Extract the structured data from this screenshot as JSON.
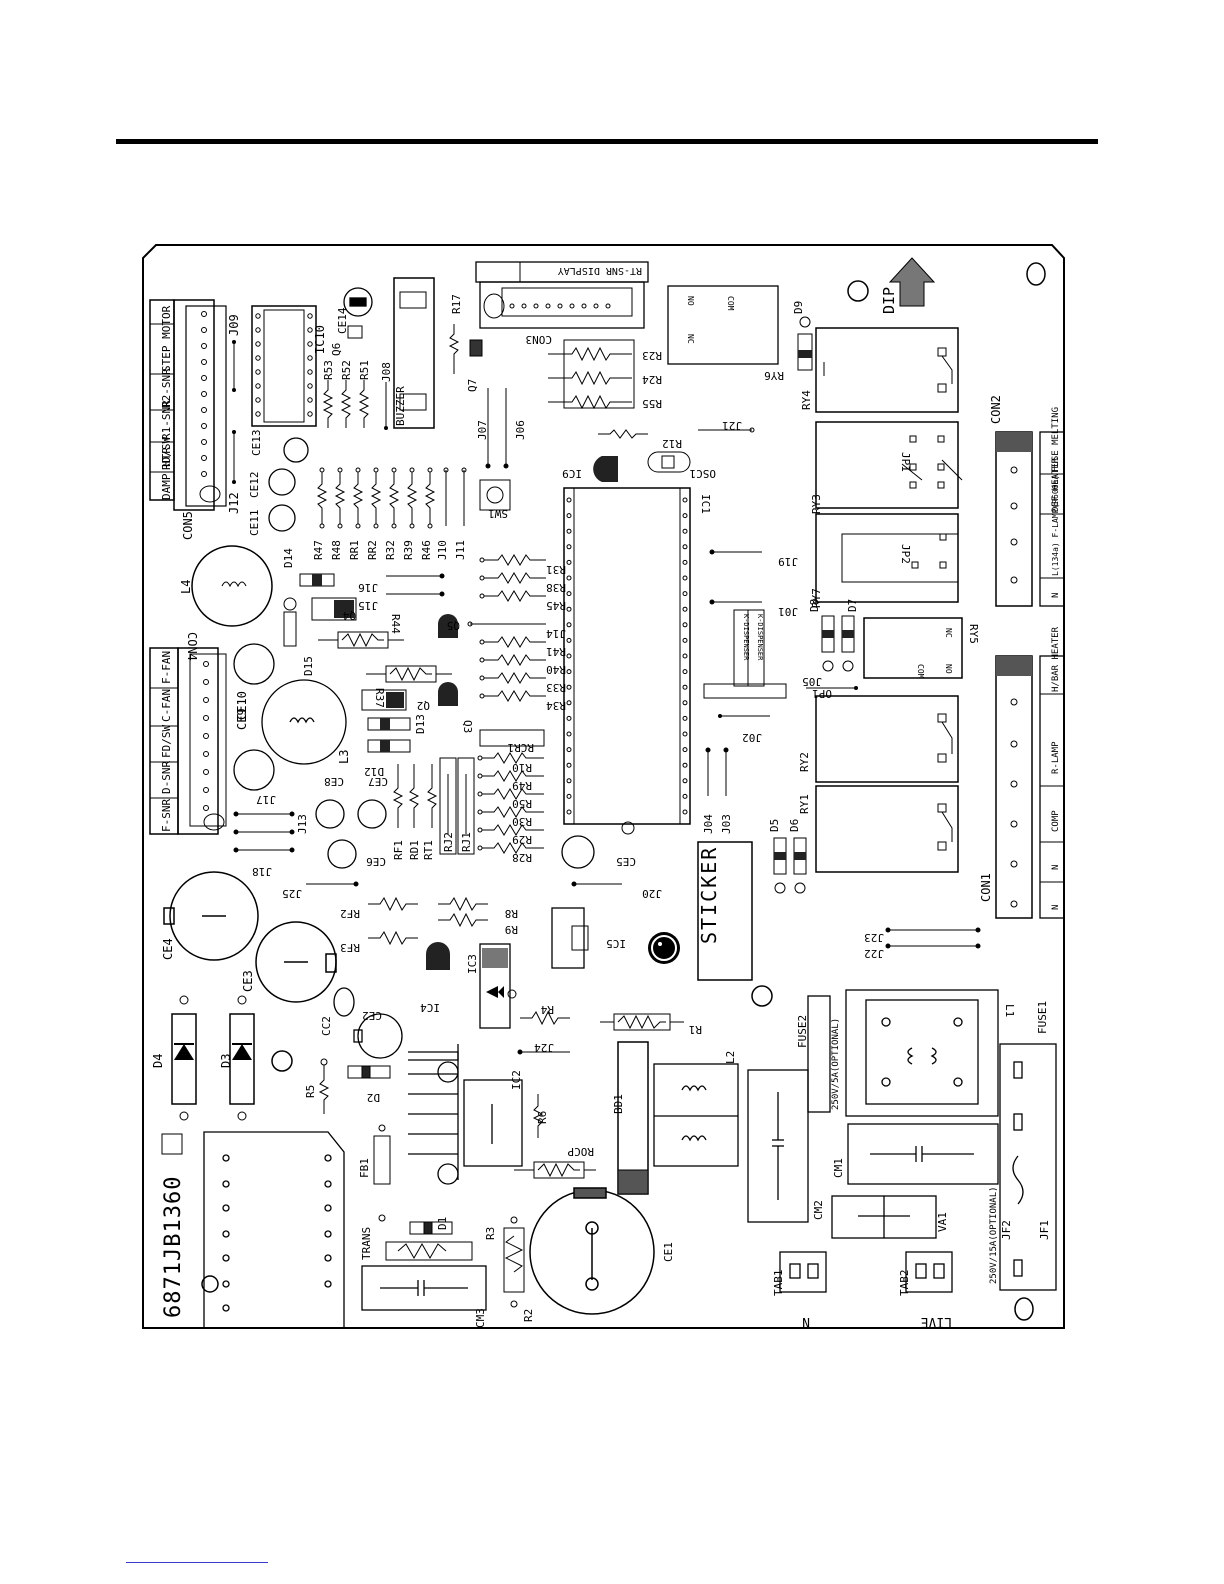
{
  "board": {
    "part_number": "6871JB1360",
    "sticker": "STICKER",
    "dip": "DIP",
    "labels": {
      "J09": "J09",
      "IC10": "IC10",
      "R17": "R17",
      "RT_SNR_DISPLAY": "RT-SNR        DISPLAY",
      "CON3": "CON3",
      "D9": "D9",
      "RY6": "RY6",
      "CON5": "CON5",
      "J12": "J12",
      "CE12": "CE12",
      "CE11": "CE11",
      "CE13": "CE13",
      "CE14": "CE14",
      "Q6": "Q6",
      "BUZZER": "BUZZER",
      "J08": "J08",
      "Q7": "Q7",
      "R23": "R23",
      "R24": "R24",
      "R55": "R55",
      "J07": "J07",
      "J06": "J06",
      "R12": "R12",
      "J21": "J21",
      "IC9": "IC9",
      "OSC1": "OSC1",
      "SW1": "SW1",
      "IC1": "IC1",
      "RY4": "RY4",
      "RY3": "RY3",
      "JP1": "JP1",
      "CON2": "CON2",
      "RY7": "RY7",
      "JP2": "JP2",
      "J19": "J19",
      "J01": "J01",
      "D8": "D8",
      "D7": "D7",
      "RY5": "RY5",
      "R53": "R53",
      "R52": "R52",
      "R51": "R51",
      "R47": "R47",
      "R48": "R48",
      "RR1": "RR1",
      "RR2": "RR2",
      "R32": "R32",
      "R39": "R39",
      "R46": "R46",
      "J10": "J10",
      "J11": "J11",
      "R31": "R31",
      "R38": "R38",
      "R45": "R45",
      "J16": "J16",
      "J15": "J15",
      "L4": "L4",
      "D14": "D14",
      "Q4": "Q4",
      "R44": "R44",
      "Q5": "Q5",
      "CON4": "CON4",
      "D15": "D15",
      "R37": "R37",
      "J14": "J14",
      "R41": "R41",
      "R40": "R40",
      "R33": "R33",
      "R34": "R34",
      "OP1": "OP1",
      "J05": "J05",
      "J02": "J02",
      "CE10": "CE10",
      "CE9": "CE9",
      "Q2": "Q2",
      "Q3": "Q3",
      "D13": "D13",
      "L3": "L3",
      "D12": "D12",
      "RCR1": "RCR1",
      "R10": "R10",
      "R49": "R49",
      "R50": "R50",
      "R30": "R30",
      "R29": "R29",
      "R28": "R28",
      "RY2": "RY2",
      "RY1": "RY1",
      "J04": "J04",
      "J03": "J03",
      "J17": "J17",
      "J13": "J13",
      "CE8": "CE8",
      "CE7": "CE7",
      "RF1": "RF1",
      "RD1": "RD1",
      "RT1": "RT1",
      "RJ2": "RJ2",
      "RJ1": "RJ1",
      "CE6": "CE6",
      "CE5": "CE5",
      "J18": "J18",
      "D5": "D5",
      "D6": "D6",
      "CON1": "CON1",
      "J25": "J25",
      "J20": "J20",
      "CE4": "CE4",
      "RF2": "RF2",
      "R8": "R8",
      "R9": "R9",
      "RF3": "RF3",
      "IC5": "IC5",
      "J23": "J23",
      "J22": "J22",
      "CE3": "CE3",
      "IC4": "IC4",
      "IC3": "IC3",
      "R4": "R4",
      "R1": "R1",
      "FUSE2": "FUSE2",
      "L1": "L1",
      "FUSE1": "FUSE1",
      "CE2": "CE2",
      "CC2": "CC2",
      "J24": "J24",
      "L2": "L2",
      "D4": "D4",
      "D3": "D3",
      "R5": "R5",
      "D2": "D2",
      "IC2": "IC2",
      "R6": "R6",
      "BD1": "BD1",
      "FB1": "FB1",
      "ROCP": "ROCP",
      "CM1": "CM1",
      "CM2": "CM2",
      "JF2": "JF2",
      "JF1": "JF1",
      "D1": "D1",
      "R3": "R3",
      "TRANS": "TRANS",
      "CE1": "CE1",
      "VA1": "VA1",
      "CM3": "CM3",
      "R2": "R2",
      "TAB1": "TAB1",
      "TAB2": "TAB2",
      "N": "N",
      "LIVE": "LIVE",
      "fuse2_rating": "250V/5A(OPTIONAL)",
      "fuse1_rating": "250V/15A(OPTIONAL)",
      "dispenser_1": "K-DISPENSER",
      "dispenser_2": "K-DISPENSER",
      "relay_NO": "NO",
      "relay_COM": "COM",
      "relay_NC": "NC",
      "ry5_NC": "NC",
      "ry5_COM": "COM",
      "ry5_NO": "NO"
    },
    "con5_pins": [
      "STEP MOTOR",
      "R2-SNR",
      "R1-SNR",
      "RD/SW",
      "DAMP HTR"
    ],
    "con4_pins": [
      "F-FAN",
      "C-FAN",
      "FD/SW",
      "D-SNR",
      "F-SNR"
    ],
    "con2_pins": [
      "FUSE MELTING",
      "DEF HEATER",
      "L(134a) F-LAMP(R600a)",
      "N"
    ],
    "con1_pins": [
      "H/BAR HEATER",
      "R-LAMP",
      "COMP",
      "N",
      "N"
    ]
  }
}
